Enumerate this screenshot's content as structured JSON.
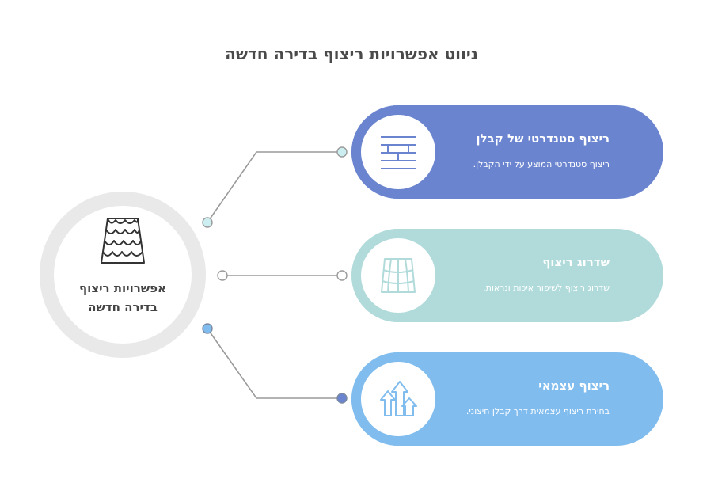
{
  "title": "ניווט אפשרויות ריצוף בדירה חדשה",
  "hub": {
    "label_line1": "אפשרויות ריצוף",
    "label_line2": "בדירה חדשה",
    "icon": "roof-tiles-icon"
  },
  "options": [
    {
      "title": "ריצוף סטנדרטי של קבלן",
      "description": "ריצוף סטנדרטי המוצע על ידי הקבלן.",
      "icon": "brick-wall-icon",
      "color": "#6a84cf"
    },
    {
      "title": "שדרוג ריצוף",
      "description": "שדרוג ריצוף לשיפור איכות ונראות.",
      "icon": "tiles-grid-icon",
      "color": "#b1dbdb"
    },
    {
      "title": "ריצוף עצמאי",
      "description": "בחירת ריצוף עצמאית דרך קבלן חיצוני.",
      "icon": "arrows-up-icon",
      "color": "#80bdee"
    }
  ],
  "colors": {
    "connector": "#9a9a9a",
    "dot_blue": "#6a84cf",
    "dot_teal": "#b1dbdb",
    "dot_sky": "#80bdee"
  }
}
